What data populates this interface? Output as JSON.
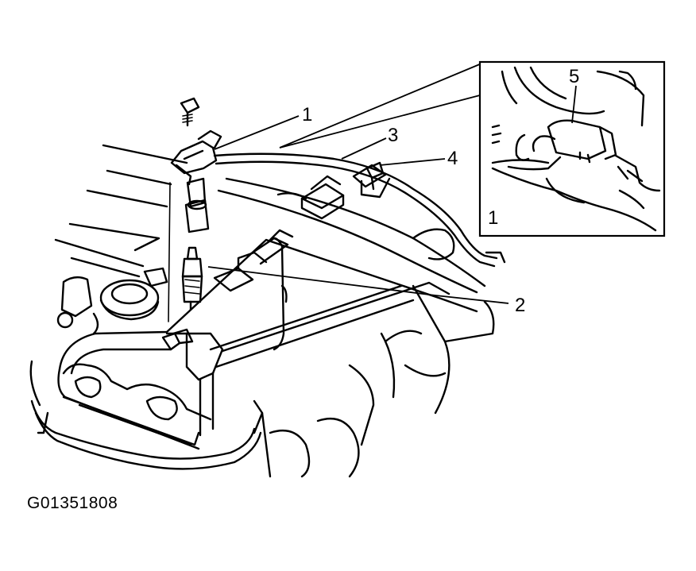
{
  "callouts": {
    "c1": "1",
    "c2": "2",
    "c3": "3",
    "c4": "4",
    "c5": "5",
    "inset_1": "1"
  },
  "figure_code": "G01351808"
}
